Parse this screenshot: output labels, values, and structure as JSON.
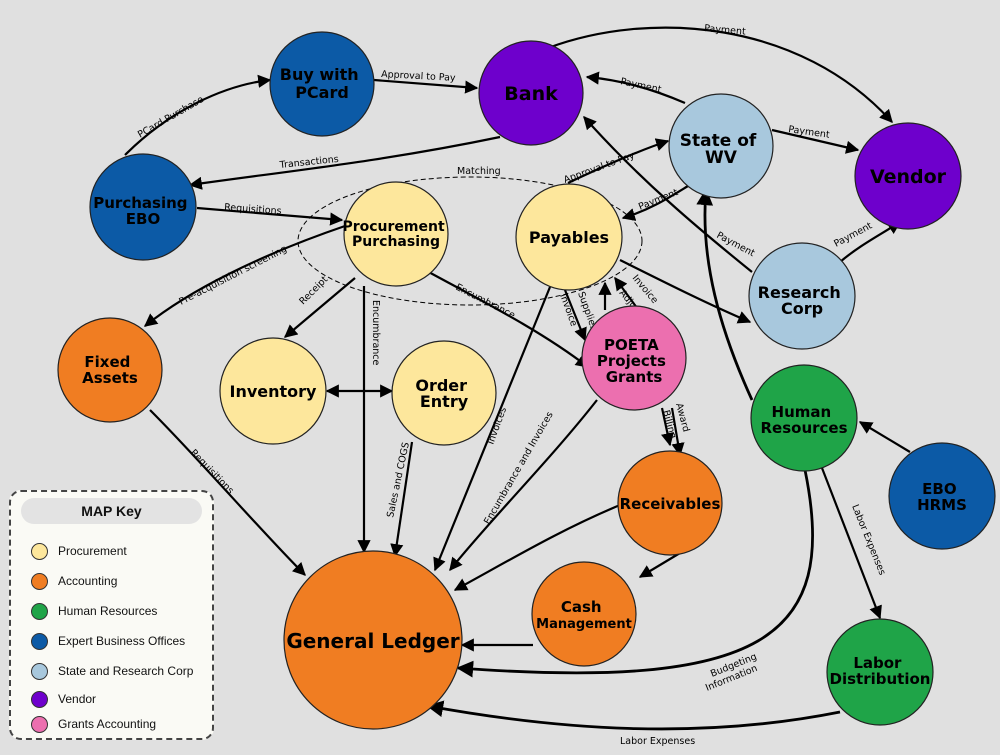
{
  "colors": {
    "procurement": "#fde79c",
    "accounting": "#f07d22",
    "hr": "#1fa448",
    "ebo": "#0c5aa6",
    "state": "#a8c8dd",
    "vendor": "#6e00cc",
    "grants": "#ec6faf"
  },
  "nodes": {
    "buy_pcard": {
      "lines": [
        "Buy with",
        "PCard"
      ]
    },
    "bank": {
      "lines": [
        "Bank"
      ]
    },
    "vendor": {
      "lines": [
        "Vendor"
      ]
    },
    "purchasing_ebo": {
      "lines": [
        "Purchasing",
        "EBO"
      ]
    },
    "procurement": {
      "lines": [
        "Procurement",
        "Purchasing"
      ]
    },
    "payables": {
      "lines": [
        "Payables"
      ]
    },
    "state_wv": {
      "lines": [
        "State of",
        "WV"
      ]
    },
    "research_corp": {
      "lines": [
        "Research",
        "Corp"
      ]
    },
    "fixed_assets": {
      "lines": [
        "Fixed",
        "Assets"
      ]
    },
    "inventory": {
      "lines": [
        "Inventory"
      ]
    },
    "order_entry": {
      "lines": [
        "Order",
        "Entry"
      ]
    },
    "poeta": {
      "lines": [
        "POETA",
        "Projects",
        "Grants"
      ]
    },
    "human_resources": {
      "lines": [
        "Human",
        "Resources"
      ]
    },
    "ebo_hrms": {
      "lines": [
        "EBO",
        "HRMS"
      ]
    },
    "receivables": {
      "lines": [
        "Receivables"
      ]
    },
    "cash_mgmt": {
      "lines": [
        "Cash",
        "Management"
      ]
    },
    "general_ledger": {
      "lines": [
        "General Ledger"
      ]
    },
    "labor_dist": {
      "lines": [
        "Labor",
        "Distribution"
      ]
    }
  },
  "edge_labels": {
    "pcard_purchase": "PCard Purchase",
    "approval_to_pay_1": "Approval to Pay",
    "payment_bank_vendor": "Payment",
    "payment_state_bank": "Payment",
    "payment_state_vendor": "Payment",
    "transactions": "Transactions",
    "requisitions_1": "Requisitions",
    "matching": "Matching",
    "approval_to_pay_2": "Approval to Pay",
    "payment_state_payables": "Payment",
    "payment_rc_state": "Payment",
    "payment_rc_vendor": "Payment",
    "pre_acq": "Pre-acquisition screening",
    "receipt": "Receipt",
    "encumbrance_1": "Encumbrance",
    "encumbrance_2": "Encumbrance",
    "invoices_payables_gl": "Invoices",
    "invoice": "Invoice",
    "supplies": "Supplies",
    "invoice_adjust": "Invoice",
    "adjust": "Adjust",
    "requisitions_2": "Requisitions",
    "sales_cogs": "Sales and COGS",
    "encumbrance_invoices": "Encumbrance and Invoices",
    "billing": "Billing",
    "award": "Award",
    "labor_expenses_1": "Labor Expenses",
    "budgeting_1": "Budgeting",
    "budgeting_2": "Information",
    "labor_expenses_2": "Labor Expenses"
  },
  "key": {
    "title": "MAP Key",
    "items": [
      {
        "label": "Procurement",
        "color": "#fde79c"
      },
      {
        "label": "Accounting",
        "color": "#f07d22"
      },
      {
        "label": "Human Resources",
        "color": "#1fa448"
      },
      {
        "label": "Expert Business Offices",
        "color": "#0c5aa6"
      },
      {
        "label": "State and Research Corp",
        "color": "#a8c8dd"
      },
      {
        "label": "Vendor",
        "color": "#6e00cc"
      },
      {
        "label": "Grants Accounting",
        "color": "#ec6faf"
      }
    ]
  }
}
